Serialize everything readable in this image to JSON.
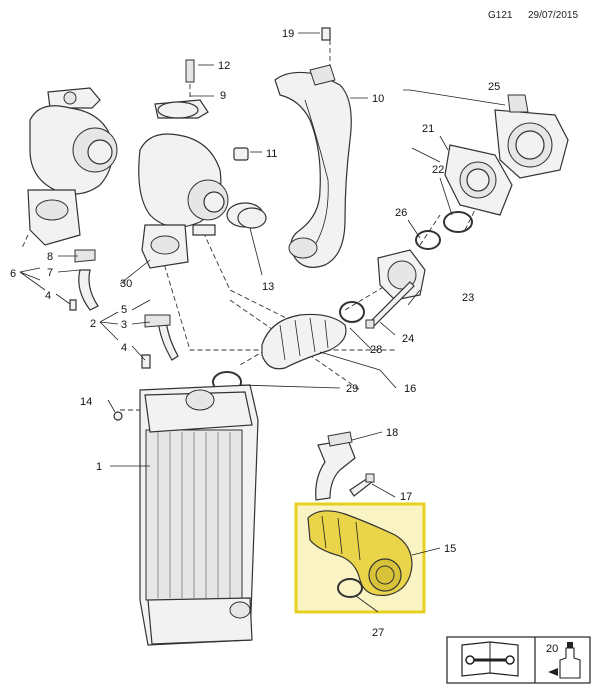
{
  "header": {
    "code": "G121",
    "date": "29/07/2015"
  },
  "callouts": [
    "1",
    "2",
    "3",
    "4",
    "5",
    "6",
    "7",
    "8",
    "9",
    "10",
    "11",
    "12",
    "13",
    "14",
    "15",
    "16",
    "17",
    "18",
    "19",
    "20",
    "21",
    "22",
    "23",
    "24",
    "25",
    "26",
    "27",
    "28",
    "29",
    "30"
  ],
  "highlight_color": "#f2e05a",
  "legend_box": {
    "item_number": "20",
    "icons": [
      "manual-book-wrench-icon",
      "grease-tube-icon"
    ]
  }
}
